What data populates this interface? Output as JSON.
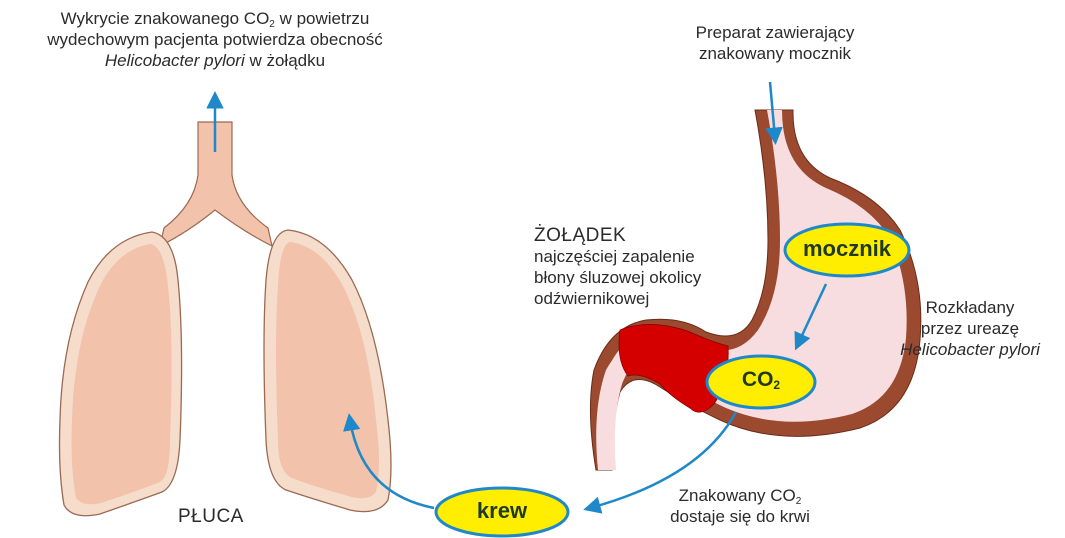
{
  "top_left": {
    "line1_pre": "Wykrycie znakowanego CO",
    "line1_sub": "2",
    "line1_post": " w powietrzu",
    "line2": "wydechowym pacjenta potwierdza obecność",
    "line3_italic": "Helicobacter pylori",
    "line3_post": " w żołądku"
  },
  "top_right": {
    "line1": "Preparat zawierający",
    "line2": "znakowany mocznik"
  },
  "stomach_label": {
    "title": "ŻOŁĄDEK",
    "line1": "najczęściej zapalenie",
    "line2": "błony śluzowej okolicy",
    "line3": "odźwiernikowej"
  },
  "urease_label": {
    "line1": "Rozkładany",
    "line2": "przez ureazę",
    "line3_italic": "Helicobacter pylori"
  },
  "blood_label": {
    "line1_pre": "Znakowany CO",
    "line1_sub": "2",
    "line2": "dostaje się do krwi"
  },
  "lungs_label": "PŁUCA",
  "badges": {
    "urea": "mocznik",
    "co2_main": "CO",
    "co2_sub": "2",
    "blood": "krew"
  },
  "colors": {
    "lung_fill": "#f2c3aa",
    "lung_outline": "#9a6a52",
    "stomach_wall": "#9b4a30",
    "stomach_inner": "#f7dde0",
    "inflammation": "#d40000",
    "badge_fill": "#ffee00",
    "badge_stroke": "#1e88c8",
    "arrow": "#1e88c8"
  }
}
